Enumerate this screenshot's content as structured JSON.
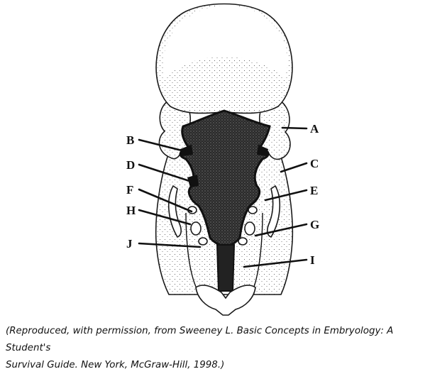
{
  "labels": [
    "A",
    "B",
    "C",
    "D",
    "E",
    "F",
    "G",
    "H",
    "I",
    "J"
  ],
  "caption": {
    "line1": "(Reproduced, with permission, from Sweeney L. Basic Concepts in Embryology: A Student's",
    "line2": "Survival Guide. New York, McGraw-Hill, 1998.)"
  },
  "colors": {
    "ink": "#111111",
    "fill": "#ffffff",
    "dark": "#1a1a1a"
  }
}
